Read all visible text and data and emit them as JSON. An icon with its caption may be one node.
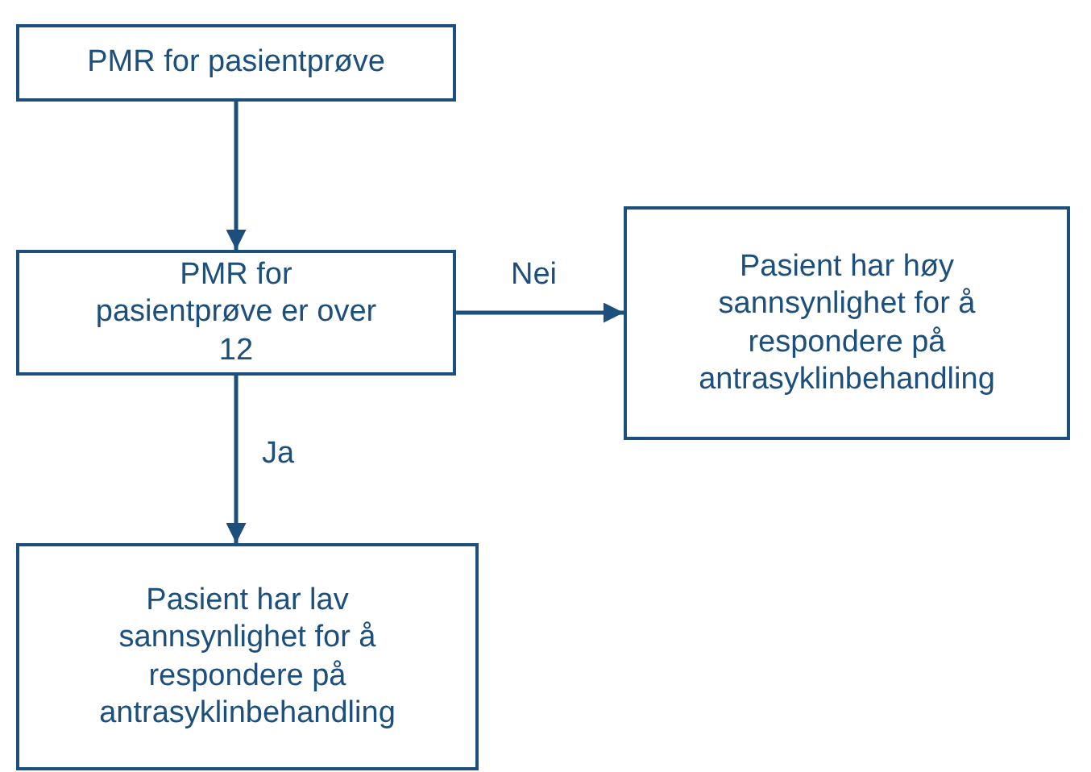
{
  "diagram": {
    "nodes": [
      {
        "text": [
          "PMR for pasientprøve"
        ]
      },
      {
        "text": [
          "PMR for pasientprøve er over 12"
        ]
      },
      {
        "text": [
          "Pasient har høy sannsynlighet for å respondere på antrasyklinbehandling"
        ]
      },
      {
        "text": [
          "Pasient har lav sannsynlighet for å respondere på antrasyklinbehandling"
        ]
      }
    ],
    "edges": [
      {
        "from": 0,
        "to": 1,
        "arrow": "to"
      },
      {
        "from": 1,
        "to": 2,
        "arrow": "to",
        "label": "Nei"
      },
      {
        "from": 1,
        "to": 3,
        "arrow": "to",
        "label": "Ja"
      }
    ]
  }
}
